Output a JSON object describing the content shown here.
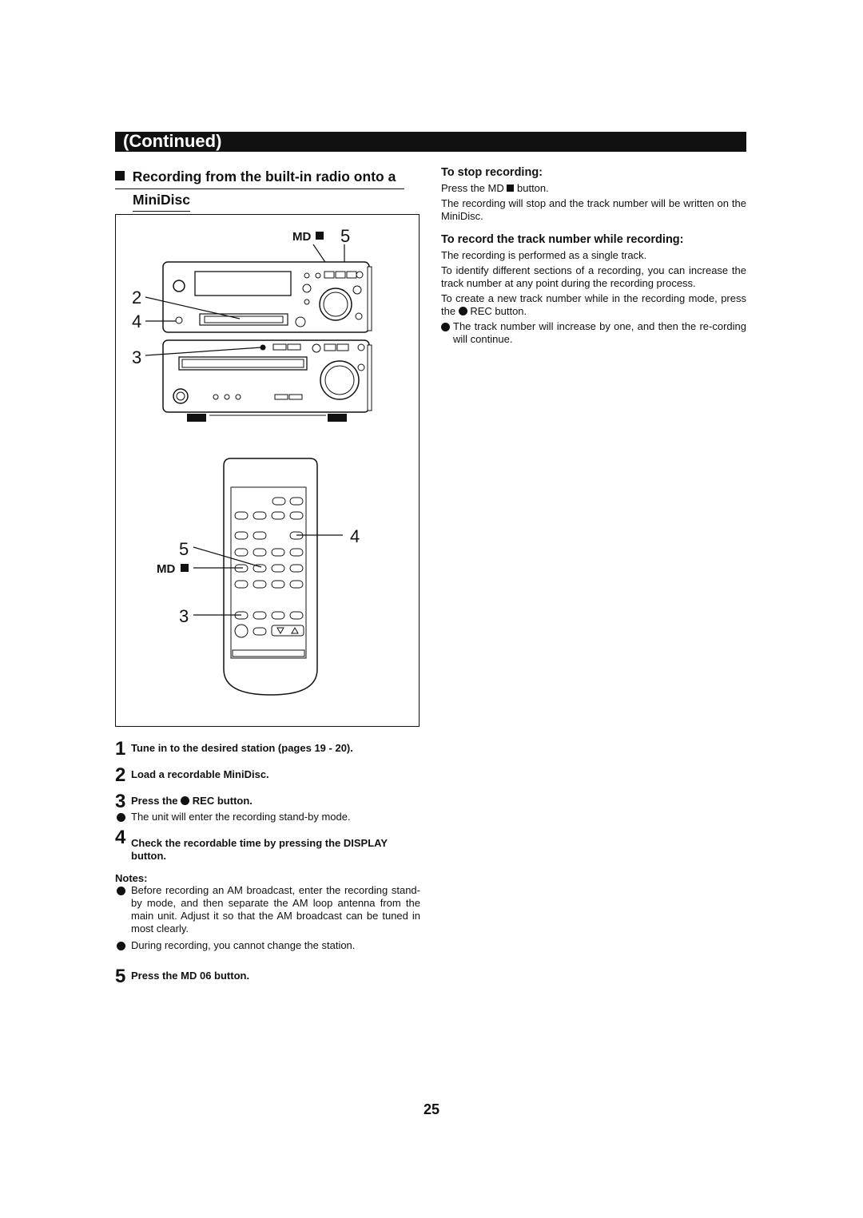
{
  "banner": {
    "label": "(Continued)"
  },
  "section": {
    "title_line1": "Recording from the built-in radio onto a",
    "title_line2": "MiniDisc"
  },
  "figure": {
    "md_label": "MD",
    "callouts": {
      "top5": "5",
      "c2": "2",
      "c4": "4",
      "c3": "3",
      "r5": "5",
      "r4": "4",
      "r3": "3"
    }
  },
  "steps": [
    {
      "num": "1",
      "text": "Tune in to the desired station (pages 19 - 20)."
    },
    {
      "num": "2",
      "text": "Load a recordable MiniDisc."
    },
    {
      "num": "3",
      "text_pre": "Press the",
      "text_post": "REC button.",
      "bullet": "The unit will enter the recording stand-by mode."
    },
    {
      "num": "4",
      "text": "Check the recordable time by pressing the DISPLAY button."
    },
    {
      "num": "5",
      "text": "Press the MD 06   button."
    }
  ],
  "notes": {
    "title": "Notes:",
    "items": [
      "Before recording an AM broadcast, enter the recording stand-by mode, and then separate the AM loop antenna from the main unit. Adjust it so that the AM broadcast can be tuned in most clearly.",
      "During recording, you cannot change the station."
    ]
  },
  "right": {
    "stop": {
      "heading": "To stop recording:",
      "line1_pre": "Press the MD",
      "line1_post": "button.",
      "line2": "The recording will stop and the track number will be written on the MiniDisc."
    },
    "track": {
      "heading": "To record the track number while recording:",
      "p1": "The recording is performed as a single track.",
      "p2": "To identify different sections of a recording, you can increase the track number at any point during the recording process.",
      "p3": "To create a new track number while in the recording mode, press the",
      "p3_post": "REC button.",
      "bullet": "The track number will increase by one, and then the re-cording will continue."
    }
  },
  "page_number": "25"
}
